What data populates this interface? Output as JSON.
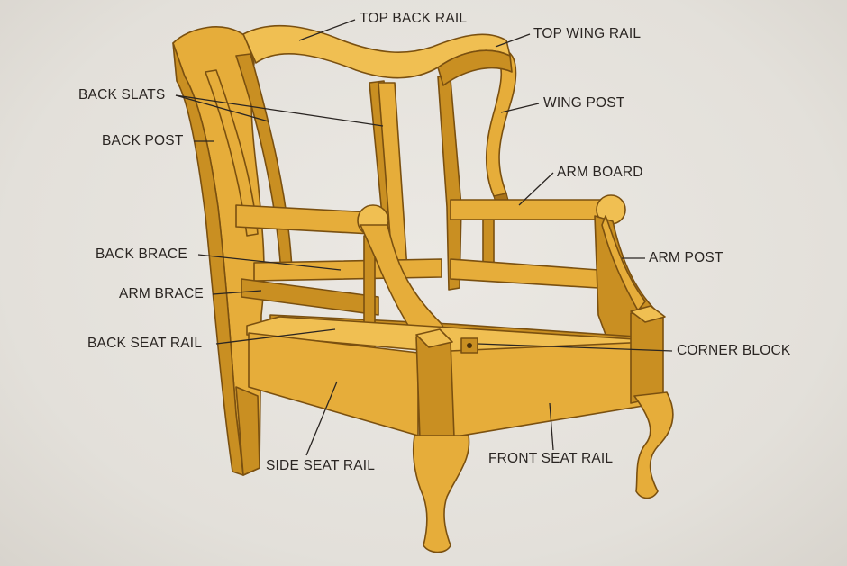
{
  "labels": {
    "top_back_rail": "TOP BACK RAIL",
    "top_wing_rail": "TOP WING RAIL",
    "back_slats": "BACK SLATS",
    "wing_post": "WING POST",
    "back_post": "BACK POST",
    "arm_board": "ARM BOARD",
    "back_brace": "BACK BRACE",
    "arm_post": "ARM POST",
    "arm_brace": "ARM BRACE",
    "back_seat_rail": "BACK SEAT RAIL",
    "corner_block": "CORNER BLOCK",
    "side_seat_rail": "SIDE SEAT RAIL",
    "front_seat_rail": "FRONT SEAT RAIL"
  },
  "colors": {
    "wood": "#e6ad3a",
    "wood_shadow": "#c98f22",
    "outline": "#7a5010",
    "text": "#2a2522",
    "background": "#e4e1dc"
  }
}
